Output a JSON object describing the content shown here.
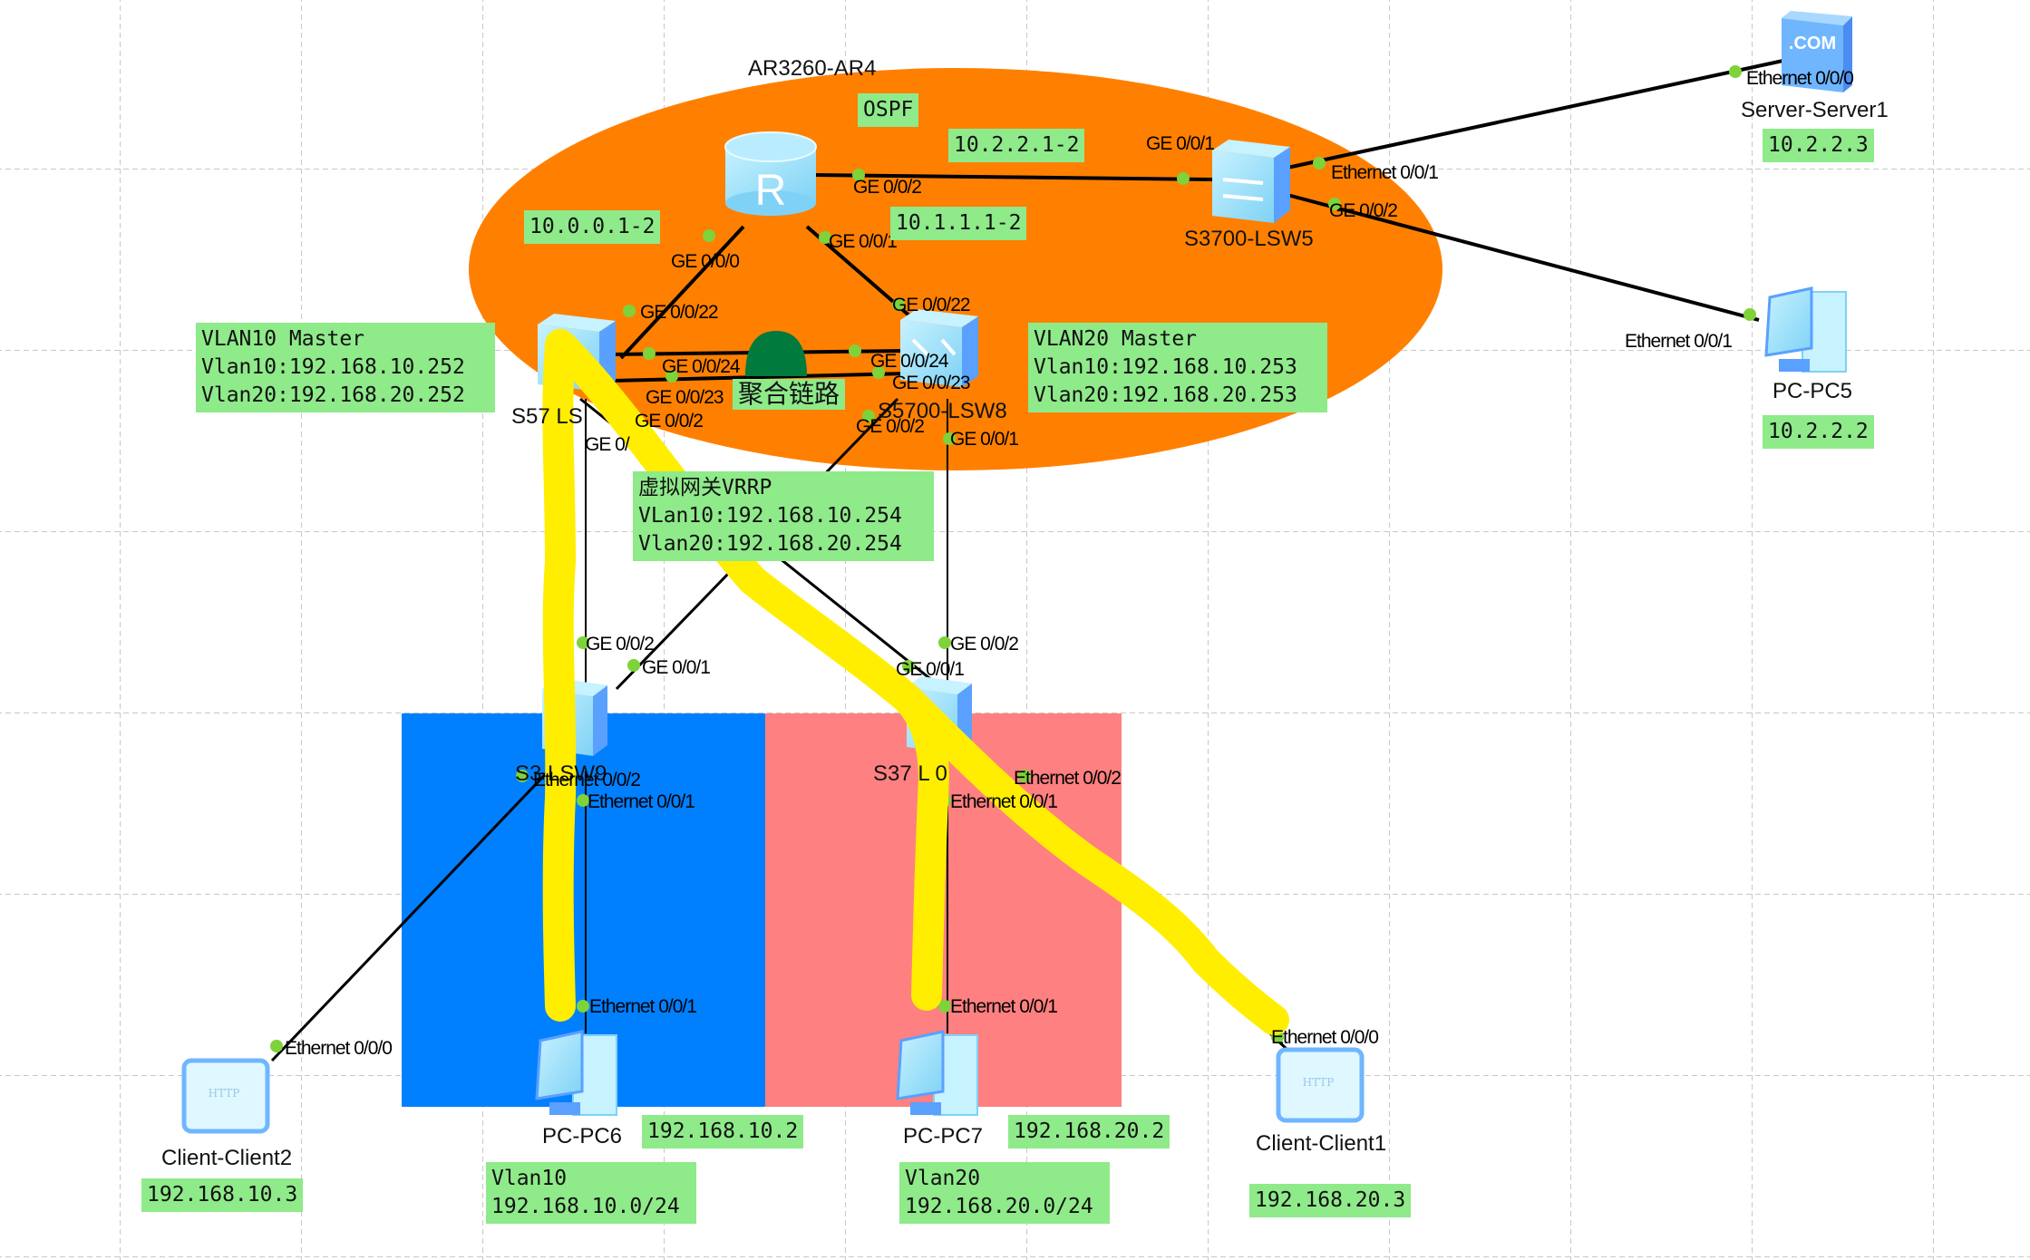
{
  "colors": {
    "ospf_area": "#ff8000",
    "vlan10_area": "#0080ff",
    "vlan20_area": "#ff8080",
    "note_bg": "#8fea8a",
    "port_dot": "#7ed33a",
    "highlight_stroke": "#ffee00",
    "lag_marker": "#007a3d"
  },
  "router": {
    "name": "AR3260-AR4",
    "icon": "router-icon"
  },
  "switches": {
    "lsw5": {
      "name": "S3700-LSW5",
      "icon": "switch-icon"
    },
    "lsw7": {
      "name": "S57  LS",
      "icon": "l3-switch-icon"
    },
    "lsw8": {
      "name": "S5700-LSW8",
      "icon": "l3-switch-icon"
    },
    "lsw9": {
      "name": "S3  LSW9",
      "icon": "switch-icon"
    },
    "lsw10": {
      "name": "S37  L  0",
      "icon": "switch-icon"
    }
  },
  "hosts": {
    "server1": {
      "name": "Server-Server1",
      "ip": "10.2.2.3",
      "icon": "server-icon"
    },
    "pc5": {
      "name": "PC-PC5",
      "ip": "10.2.2.2",
      "icon": "pc-icon"
    },
    "pc6": {
      "name": "PC-PC6",
      "ip": "192.168.10.2",
      "icon": "pc-icon"
    },
    "pc7": {
      "name": "PC-PC7",
      "ip": "192.168.20.2",
      "icon": "pc-icon"
    },
    "client1": {
      "name": "Client-Client1",
      "ip": "192.168.20.3",
      "icon": "http-client-icon"
    },
    "client2": {
      "name": "Client-Client2",
      "ip": "192.168.10.3",
      "icon": "http-client-icon"
    }
  },
  "notes": {
    "ospf": "OSPF",
    "net_10_2": "10.2.2.1-2",
    "net_10_0": "10.0.0.1-2",
    "net_10_1": "10.1.1.1-2",
    "vlan10_master": "VLAN10 Master\nVlan10:192.168.10.252\nVlan20:192.168.20.252",
    "vlan20_master": "VLAN20 Master\nVlan10:192.168.10.253\nVlan20:192.168.20.253",
    "lag": "聚合链路",
    "vrrp": "虚拟网关VRRP\nVLan10:192.168.10.254\nVlan20:192.168.20.254",
    "vlan10_subnet": "Vlan10\n192.168.10.0/24",
    "vlan20_subnet": "Vlan20\n192.168.20.0/24"
  },
  "ports": {
    "ar4_g002": "GE 0/0/2",
    "ar4_g000": "GE 0/0/0",
    "ar4_g001": "GE 0/0/1",
    "lsw5_g001": "GE 0/0/1",
    "lsw5_e001": "Ethernet 0/0/1",
    "lsw5_g002": "GE 0/0/2",
    "server1_e000": "Ethernet 0/0/0",
    "pc5_e001": "Ethernet 0/0/1",
    "lsw7_g022": "GE 0/0/22",
    "lsw7_g024": "GE 0/0/24",
    "lsw7_g023": "GE 0/0/23",
    "lsw7_g002": "GE 0/0/2",
    "lsw7_g001": "GE 0/",
    "lsw8_g022": "GE 0/0/22",
    "lsw8_g024": "GE 0/0/24",
    "lsw8_g023": "GE 0/0/23",
    "lsw8_g002": "GE 0/0/2",
    "lsw8_g001": "GE 0/0/1",
    "lsw9_g002": "GE 0/0/2",
    "lsw9_g001": "GE 0/0/1",
    "lsw9_e002": "Ethernet 0/0/2",
    "lsw9_e001": "Ethernet 0/0/1",
    "lsw10_g002": "GE 0/0/2",
    "lsw10_g001": "GE 0/0/1",
    "lsw10_e002": "Ethernet 0/0/2",
    "lsw10_e001": "Ethernet 0/0/1",
    "pc6_e001": "Ethernet 0/0/1",
    "pc7_e001": "Ethernet 0/0/1",
    "client1_e000": "Ethernet 0/0/0",
    "client2_e000": "Ethernet 0/0/0"
  }
}
